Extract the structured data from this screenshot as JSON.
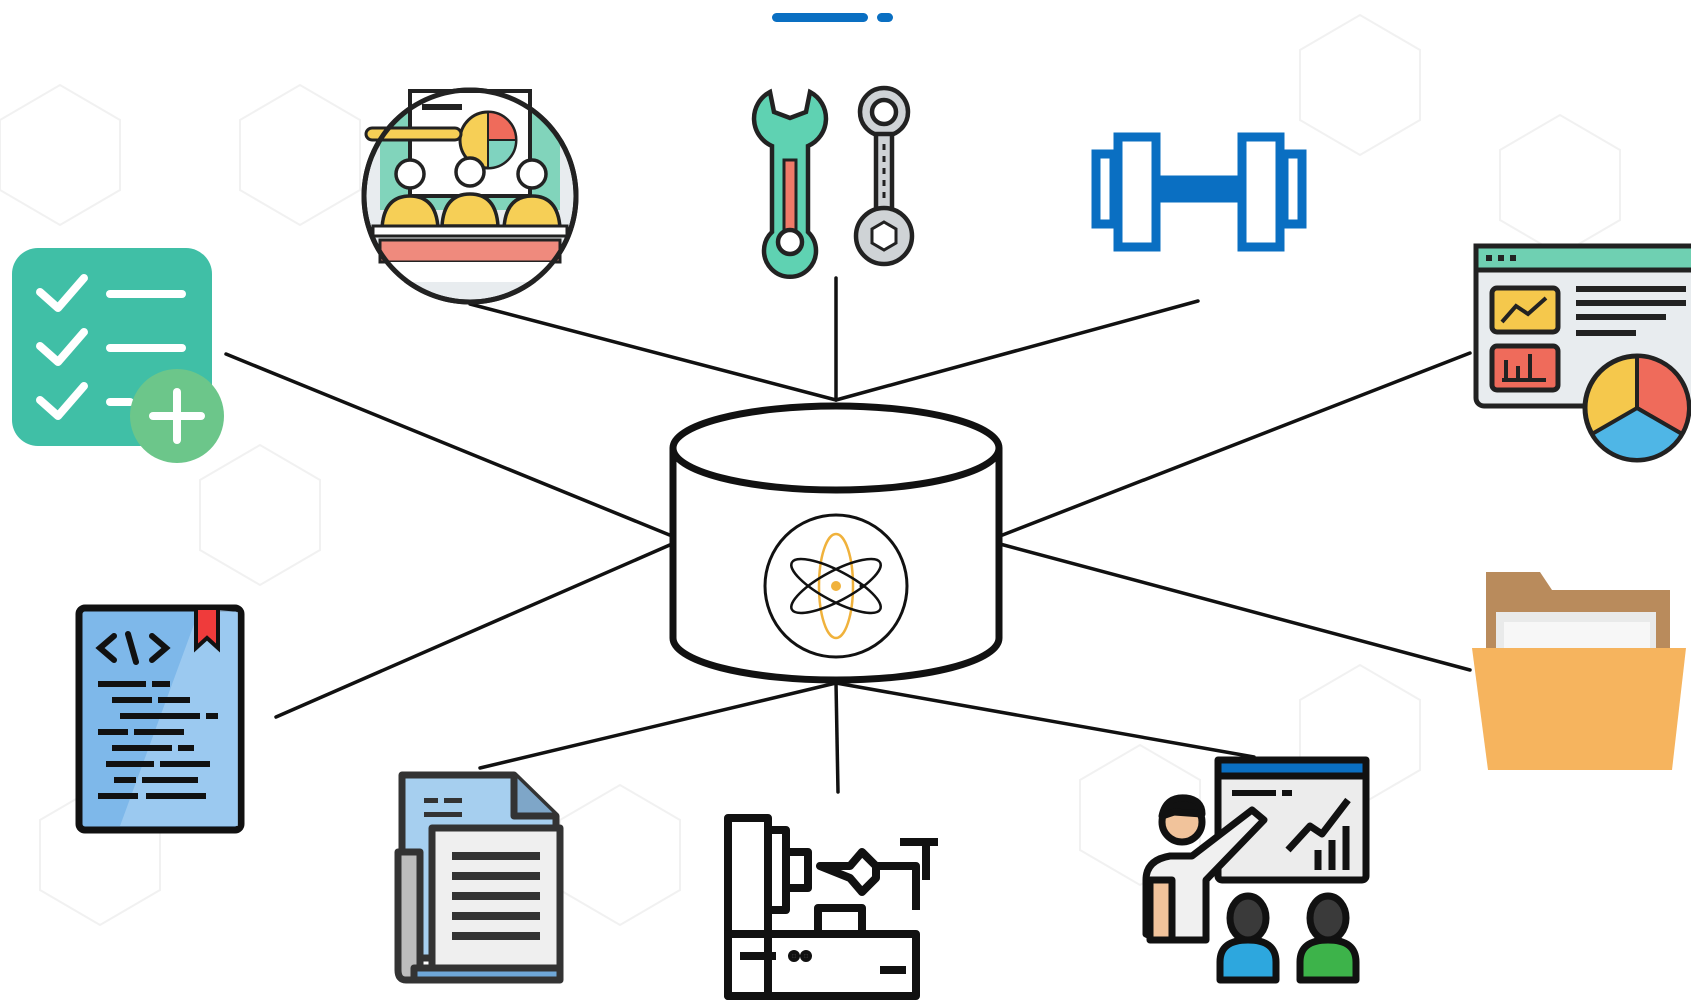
{
  "diagram": {
    "center": {
      "icon": "atom-icon",
      "shape": "database-cylinder"
    },
    "nodes": [
      {
        "id": "top-left",
        "icon": "team-presentation-icon"
      },
      {
        "id": "top",
        "icon": "wrench-tools-icon"
      },
      {
        "id": "top-right",
        "icon": "dumbbell-icon"
      },
      {
        "id": "left",
        "icon": "checklist-add-icon"
      },
      {
        "id": "right",
        "icon": "dashboard-analytics-icon"
      },
      {
        "id": "bottom-left",
        "icon": "code-document-icon"
      },
      {
        "id": "bottom-right",
        "icon": "folder-icon"
      },
      {
        "id": "bottom-1",
        "icon": "newspaper-icon"
      },
      {
        "id": "bottom-2",
        "icon": "cnc-machine-icon"
      },
      {
        "id": "bottom-3",
        "icon": "training-class-icon"
      }
    ]
  },
  "colors": {
    "teal": "#40bfa6",
    "green": "#6cc68a",
    "blue": "#0a6fc2",
    "light_blue": "#88bfe8",
    "folder": "#f6b45e",
    "folder_back": "#b98b5c",
    "red": "#ef6b5b",
    "yellow": "#f5c84c",
    "grey": "#d8d8d8",
    "outline": "#111111",
    "orbit": "#f0b23c"
  }
}
